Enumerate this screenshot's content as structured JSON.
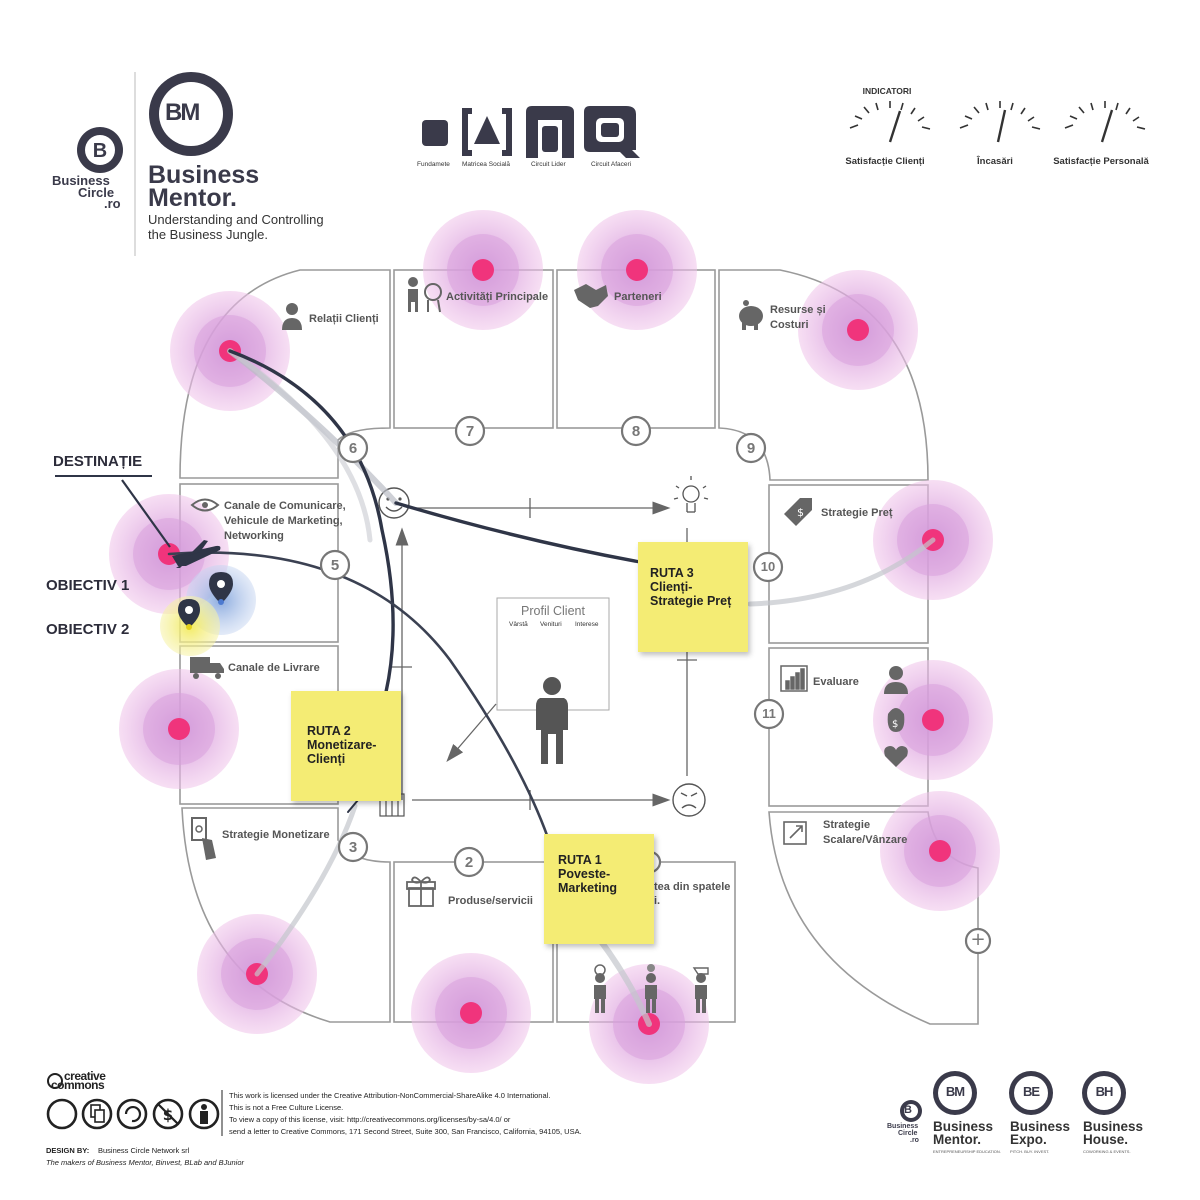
{
  "brand": {
    "circle_line1": "Business",
    "circle_line2": "Circle",
    "circle_line3": ".ro",
    "mentor_logo": "BM",
    "mentor_line1": "Business",
    "mentor_line2": "Mentor.",
    "tagline1": "Understanding and Controlling",
    "tagline2": "the Business Jungle."
  },
  "legend": [
    {
      "label": "Fundamete"
    },
    {
      "label": "Matricea Socială"
    },
    {
      "label": "Circuit Lider"
    },
    {
      "label": "Circuit Afaceri"
    }
  ],
  "indicators": {
    "title": "INDICATORI",
    "gauges": [
      {
        "label": "Satisfacție Clienți"
      },
      {
        "label": "Încasări"
      },
      {
        "label": "Satisfacție Personală"
      }
    ]
  },
  "blocks": {
    "relatii": "Relații Clienți",
    "activitati": "Activități Principale",
    "parteneri": "Parteneri",
    "resurse1": "Resurse și",
    "resurse2": "Costuri",
    "canale1": "Canale de Comunicare,",
    "canale2": "Vehicule de Marketing,",
    "canale3": "Networking",
    "strategie_pret": "Strategie Preț",
    "livrare": "Canale de Livrare",
    "evaluare": "Evaluare",
    "monetizare": "Strategie Monetizare",
    "scalare1": "Strategie",
    "scalare2": "Scalare/Vânzare",
    "produse": "Produse/servicii",
    "poveste1": "tea din spatele",
    "poveste2": "i."
  },
  "numbers": [
    "2",
    "3",
    "5",
    "6",
    "7",
    "8",
    "9",
    "10",
    "11"
  ],
  "profil": {
    "title": "Profil Client",
    "col1": "Vârstă",
    "col2": "Venituri",
    "col3": "Interese"
  },
  "side_labels": {
    "destinatie": "DESTINAȚIE",
    "obiectiv1": "OBIECTIV 1",
    "obiectiv2": "OBIECTIV 2"
  },
  "routes": {
    "r3_line1": "RUTA 3",
    "r3_line2": "Clienți-",
    "r3_line3": "Strategie Preț",
    "r2_line1": "RUTA 2",
    "r2_line2": "Monetizare-",
    "r2_line3": "Clienți",
    "r1_line1": "RUTA 1",
    "r1_line2": "Poveste-",
    "r1_line3": "Marketing"
  },
  "plus": "+",
  "footer": {
    "cc_word1": "creative",
    "cc_word2": "commons",
    "license1": "This work is licensed under the Creative Attribution-NonCommercial-ShareAlike 4.0 International.",
    "license2": "This is not a Free Culture License.",
    "license3": "To view a copy of this license, visit: http://creativecommons.org/licenses/by-sa/4.0/ or",
    "license4": "send a letter to Creative Commons, 171 Second Street, Suite 300, San Francisco, California, 94105, USA.",
    "design_by_label": "DESIGN BY:",
    "design_by_value": "Business Circle Network srl",
    "makers": "The makers of Business Mentor, Binvest, BLab and BJunior",
    "b1": "Business",
    "b2": "Circle",
    "b3": ".ro",
    "bm_logo": "BM",
    "bm1": "Business",
    "bm2": "Mentor.",
    "bm_small": "ENTREPRENEURSHIP EDUCATION.",
    "be_logo": "BE",
    "be1": "Business",
    "be2": "Expo.",
    "be_small": "PITCH. BUY. INVEST.",
    "bh_logo": "BH",
    "bh1": "Business",
    "bh2": "House.",
    "bh_small": "COWORKING & EVENTS."
  },
  "colors": {
    "frame": "#9a9a9a",
    "hotspot_outer": "#e8b0e0",
    "hotspot_inner": "#d48ed4",
    "hotspot_dot": "#f0347c",
    "route_dark": "#2f3547",
    "sticky": "#f4ec74",
    "brand_dark": "#3a3a4a"
  }
}
